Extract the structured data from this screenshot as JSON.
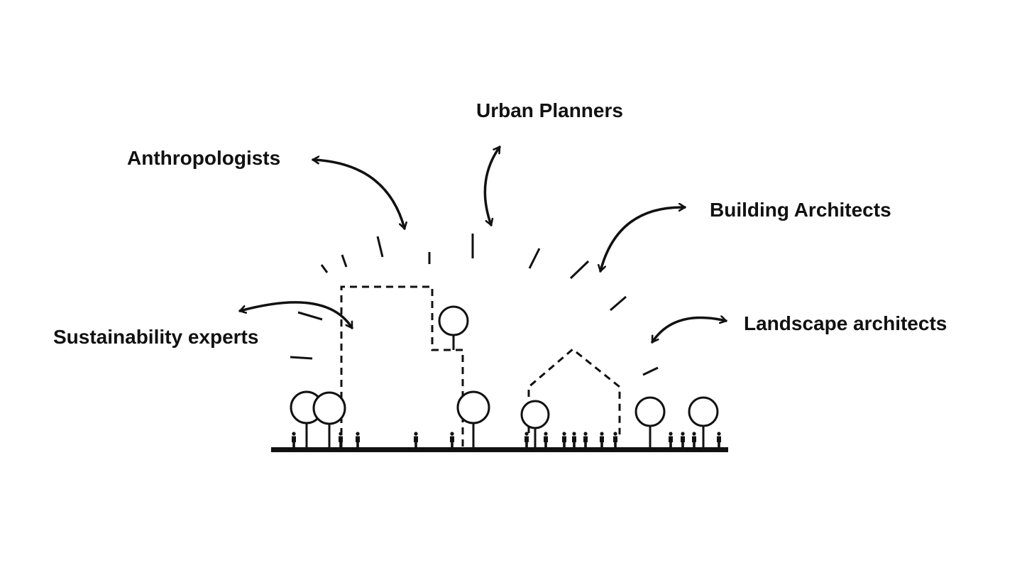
{
  "labels": {
    "urban_planners": "Urban Planners",
    "anthropologists": "Anthropologists",
    "building_architects": "Building Architects",
    "sustainability_experts": "Sustainability experts",
    "landscape_architects": "Landscape architects"
  },
  "colors": {
    "ink": "#111111",
    "background": "#ffffff"
  }
}
